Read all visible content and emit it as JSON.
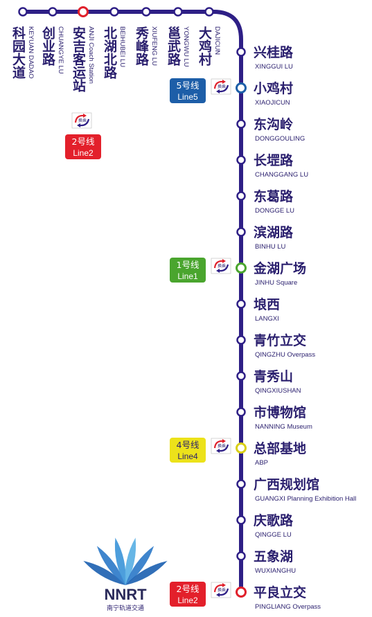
{
  "line_color": "#2e1f86",
  "top_stations": [
    {
      "cn": "科园大道",
      "en": "KEYUAN DADAO"
    },
    {
      "cn": "创业路",
      "en": "CHUANGYE LU"
    },
    {
      "cn": "安吉客运站",
      "en": "ANJI Coach Station",
      "transfer": true,
      "transfer_ring": "#e0202b"
    },
    {
      "cn": "北湖北路",
      "en": "BEIHUBEI LU"
    },
    {
      "cn": "秀峰路",
      "en": "XIUFENG LU"
    },
    {
      "cn": "邕武路",
      "en": "YONGWU LU"
    },
    {
      "cn": "大鸡村",
      "en": "DAJICUN"
    }
  ],
  "right_stations": [
    {
      "cn": "兴桂路",
      "en": "XINGGUI LU"
    },
    {
      "cn": "小鸡村",
      "en": "XIAOJICUN",
      "transfer": true,
      "transfer_ring": "#1c5fa8"
    },
    {
      "cn": "东沟岭",
      "en": "DONGGOULING"
    },
    {
      "cn": "长堽路",
      "en": "CHANGGANG LU"
    },
    {
      "cn": "东葛路",
      "en": "DONGGE LU"
    },
    {
      "cn": "滨湖路",
      "en": "BINHU LU"
    },
    {
      "cn": "金湖广场",
      "en": "JINHU Square",
      "transfer": true,
      "transfer_ring": "#4aa52e"
    },
    {
      "cn": "埌西",
      "en": "LANGXI"
    },
    {
      "cn": "青竹立交",
      "en": "QINGZHU Overpass"
    },
    {
      "cn": "青秀山",
      "en": "QINGXIUSHAN"
    },
    {
      "cn": "市博物馆",
      "en": "NANNING Museum"
    },
    {
      "cn": "总部基地",
      "en": "ABP",
      "transfer": true,
      "transfer_ring": "#d9cf17"
    },
    {
      "cn": "广西规划馆",
      "en": "GUANGXI Planning Exhibition Hall"
    },
    {
      "cn": "庆歌路",
      "en": "QINGGE LU"
    },
    {
      "cn": "五象湖",
      "en": "WUXIANGHU"
    },
    {
      "cn": "平良立交",
      "en": "PINGLIANG Overpass",
      "transfer": true,
      "transfer_ring": "#e0202b"
    }
  ],
  "transfer_badges": [
    {
      "cn": "2号线",
      "en": "Line2",
      "color": "#e3202b",
      "text_color": "#ffffff",
      "icon_label": "换乘"
    },
    {
      "cn": "5号线",
      "en": "Line5",
      "color": "#1d5ea8",
      "text_color": "#ffffff",
      "icon_label": "换乘"
    },
    {
      "cn": "1号线",
      "en": "Line1",
      "color": "#4aa52e",
      "text_color": "#ffffff",
      "icon_label": "换乘"
    },
    {
      "cn": "4号线",
      "en": "Line4",
      "color": "#ece21a",
      "text_color": "#2a1f6e",
      "icon_label": "换乘"
    },
    {
      "cn": "2号线",
      "en": "Line2",
      "color": "#e3202b",
      "text_color": "#ffffff",
      "icon_label": "换乘"
    }
  ],
  "logo": {
    "mark": "NNRT",
    "subtitle": "南宁轨道交通"
  }
}
